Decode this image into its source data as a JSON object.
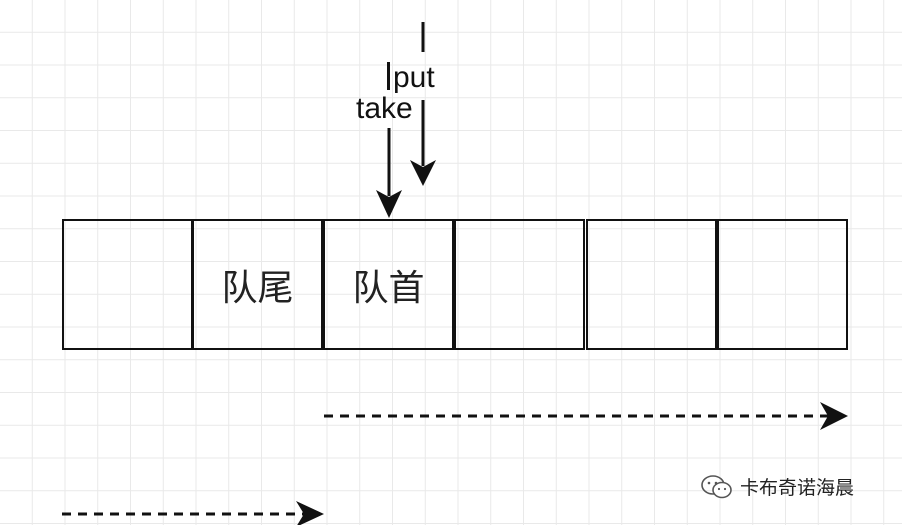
{
  "queue": {
    "cells": [
      "",
      "队尾",
      "队首",
      "",
      "",
      ""
    ]
  },
  "pointers": {
    "take_label": "take",
    "put_label": "put"
  },
  "watermark": {
    "text": "卡布奇诺海晨",
    "icon": "wechat-icon"
  },
  "colors": {
    "stroke": "#111111",
    "grid": "#e9e9e9",
    "background": "#ffffff"
  }
}
